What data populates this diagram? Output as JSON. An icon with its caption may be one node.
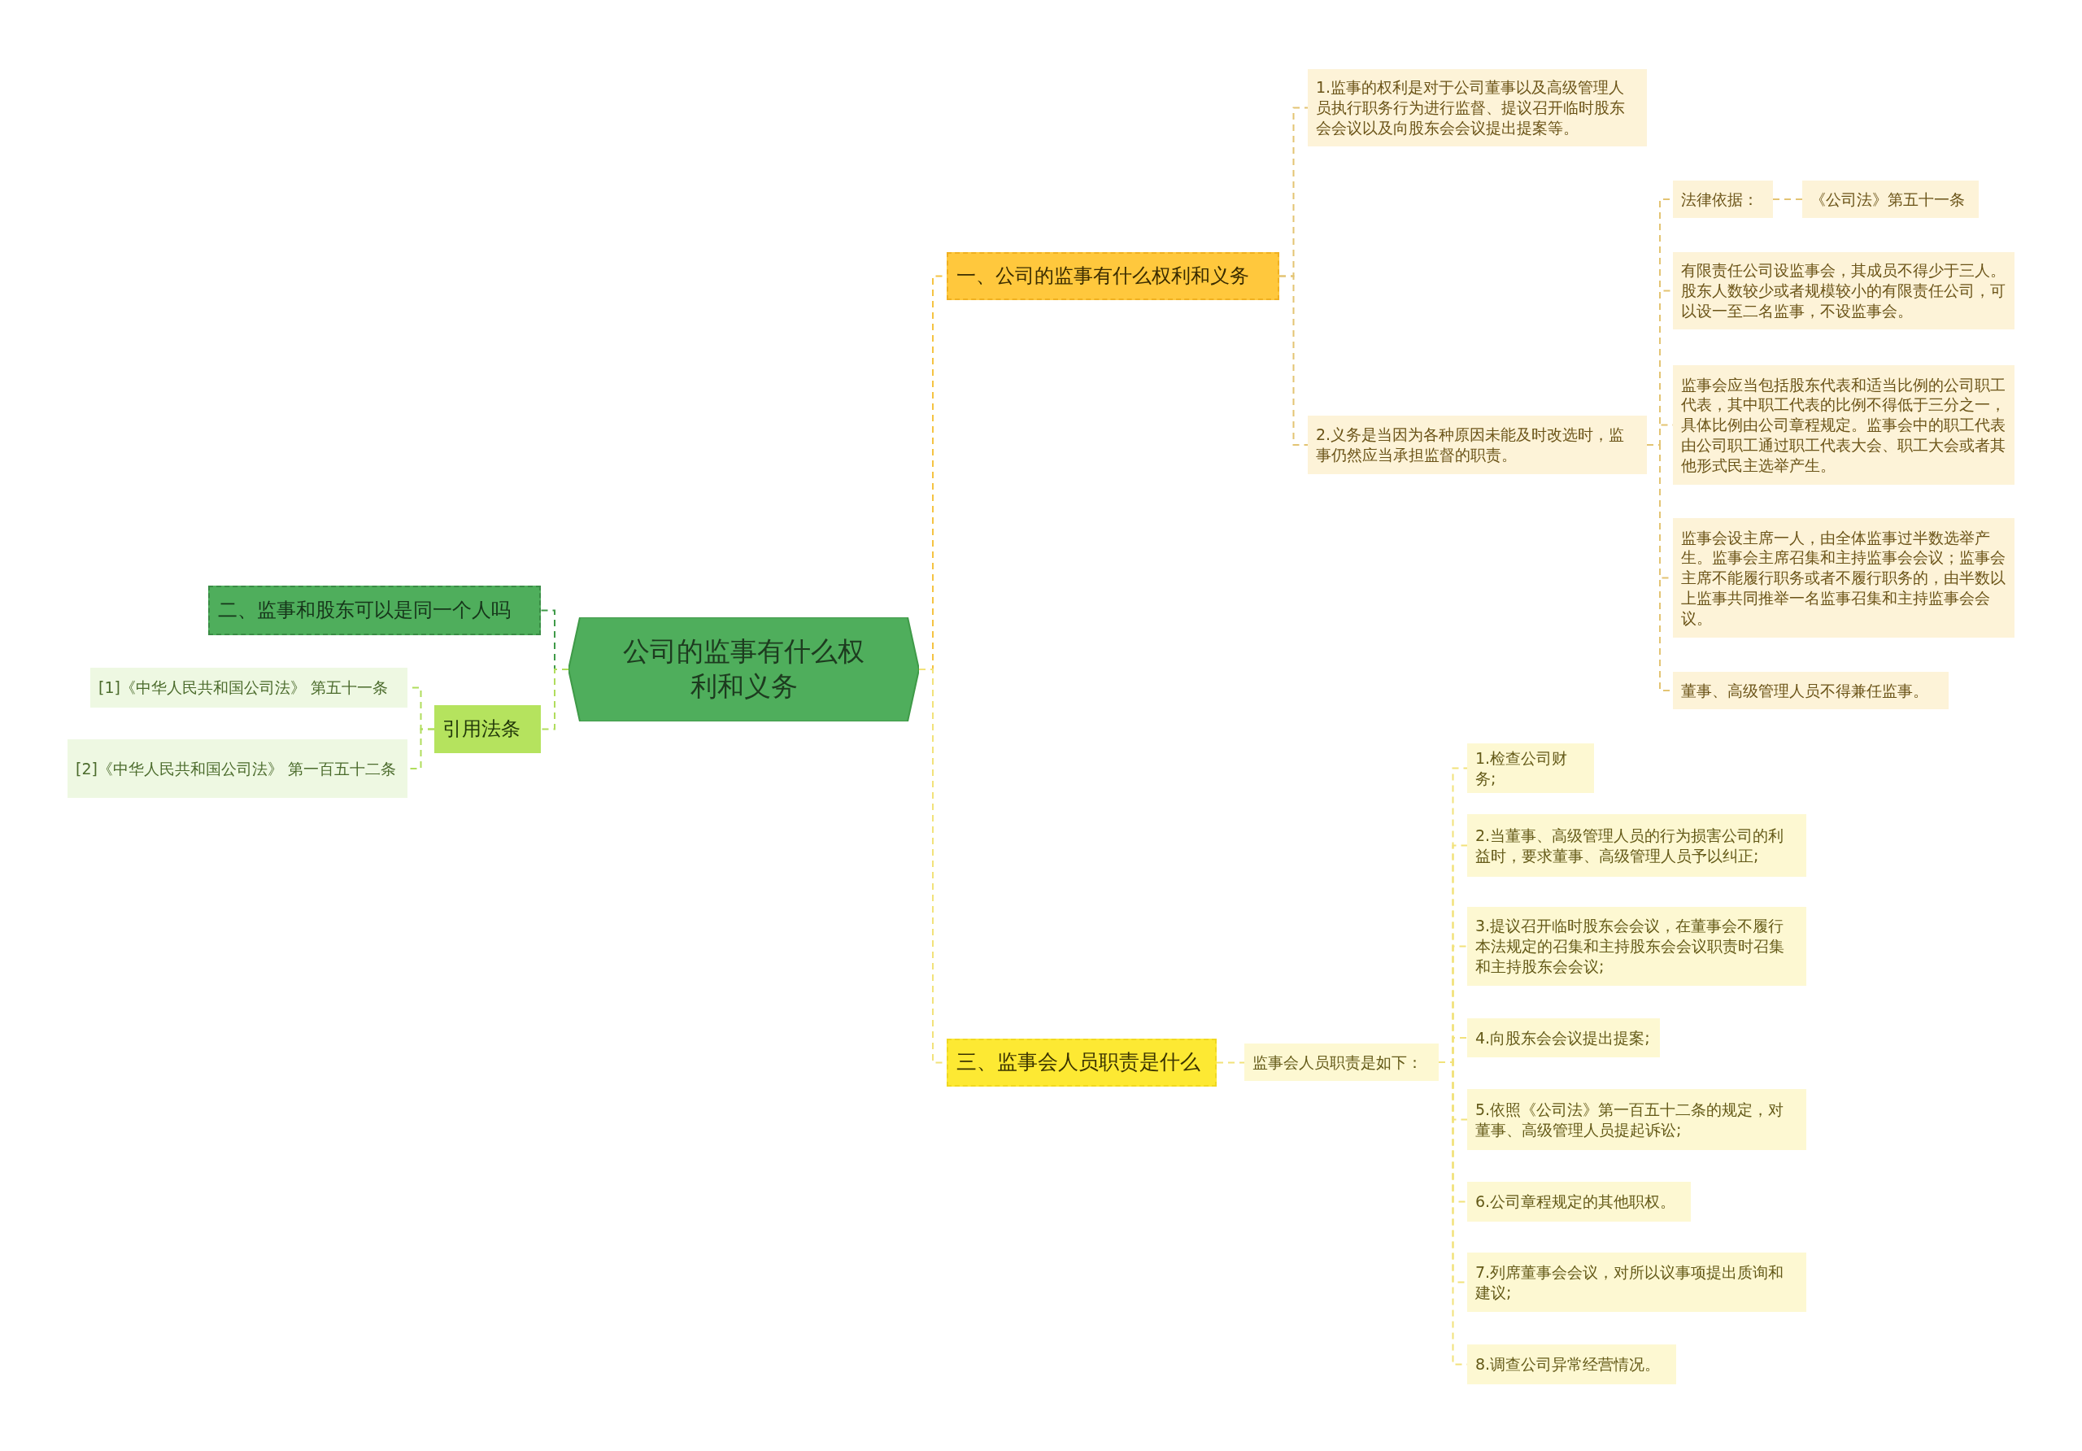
{
  "diagram": {
    "nodes": [
      {
        "text": [
          "公司的监事有什么权利和义务"
        ]
      },
      {
        "text": [
          "一、公司的监事有什么权利和义务"
        ]
      },
      {
        "text": [
          "1.监事的权利是对于公司董事以及高级管理人员执行职务行为进行监督、提议召开临时股东会会议以及向股东会会议提出提案等。"
        ]
      },
      {
        "text": [
          "2.义务是当因为各种原因未能及时改选时，监事仍然应当承担监督的职责。"
        ]
      },
      {
        "text": [
          "法律依据："
        ]
      },
      {
        "text": [
          "《公司法》第五十一条"
        ]
      },
      {
        "text": [
          "有限责任公司设监事会，其成员不得少于三人。股东人数较少或者规模较小的有限责任公司，可以设一至二名监事，不设监事会。"
        ]
      },
      {
        "text": [
          "监事会应当包括股东代表和适当比例的公司职工代表，其中职工代表的比例不得低于三分之一，具体比例由公司章程规定。监事会中的职工代表由公司职工通过职工代表大会、职工大会或者其他形式民主选举产生。"
        ]
      },
      {
        "text": [
          "监事会设主席一人，由全体监事过半数选举产生。监事会主席召集和主持监事会会议；监事会主席不能履行职务或者不履行职务的，由半数以上监事共同推举一名监事召集和主持监事会会议。"
        ]
      },
      {
        "text": [
          "董事、高级管理人员不得兼任监事。"
        ]
      },
      {
        "text": [
          "三、监事会人员职责是什么"
        ]
      },
      {
        "text": [
          "监事会人员职责是如下："
        ]
      },
      {
        "text": [
          "1.检查公司财务;"
        ]
      },
      {
        "text": [
          "2.当董事、高级管理人员的行为损害公司的利益时，要求董事、高级管理人员予以纠正;"
        ]
      },
      {
        "text": [
          "3.提议召开临时股东会会议，在董事会不履行本法规定的召集和主持股东会会议职责时召集和主持股东会会议;"
        ]
      },
      {
        "text": [
          "4.向股东会会议提出提案;"
        ]
      },
      {
        "text": [
          "5.依照《公司法》第一百五十二条的规定，对董事、高级管理人员提起诉讼;"
        ]
      },
      {
        "text": [
          "6.公司章程规定的其他职权。"
        ]
      },
      {
        "text": [
          "7.列席董事会会议，对所以议事项提出质询和建议;"
        ]
      },
      {
        "text": [
          "8.调查公司异常经营情况。"
        ]
      },
      {
        "text": [
          "二、监事和股东可以是同一个人吗"
        ]
      },
      {
        "text": [
          "引用法条"
        ]
      },
      {
        "text": [
          "[1]《中华人民共和国公司法》 第五十一条"
        ]
      },
      {
        "text": [
          "[2]《中华人民共和国公司法》 第一百五十二条"
        ]
      }
    ],
    "edges": [
      {
        "from": 0,
        "to": 1,
        "arrow": "none",
        "color": "#f5c342"
      },
      {
        "from": 1,
        "to": 2,
        "arrow": "none",
        "color": "#e3c473"
      },
      {
        "from": 1,
        "to": 3,
        "arrow": "none",
        "color": "#e3c473"
      },
      {
        "from": 3,
        "to": 4,
        "arrow": "none",
        "color": "#e3c473"
      },
      {
        "from": 4,
        "to": 5,
        "arrow": "none",
        "color": "#e3c473"
      },
      {
        "from": 3,
        "to": 6,
        "arrow": "none",
        "color": "#e3c473"
      },
      {
        "from": 3,
        "to": 7,
        "arrow": "none",
        "color": "#e3c473"
      },
      {
        "from": 3,
        "to": 8,
        "arrow": "none",
        "color": "#e3c473"
      },
      {
        "from": 3,
        "to": 9,
        "arrow": "none",
        "color": "#e3c473"
      },
      {
        "from": 0,
        "to": 10,
        "arrow": "none"
      },
      {
        "from": 10,
        "to": 11,
        "arrow": "none"
      },
      {
        "from": 11,
        "to": 12,
        "arrow": "none"
      },
      {
        "from": 11,
        "to": 13,
        "arrow": "none"
      },
      {
        "from": 11,
        "to": 14,
        "arrow": "none"
      },
      {
        "from": 11,
        "to": 15,
        "arrow": "none"
      },
      {
        "from": 11,
        "to": 16,
        "arrow": "none"
      },
      {
        "from": 11,
        "to": 17,
        "arrow": "none"
      },
      {
        "from": 11,
        "to": 18,
        "arrow": "none"
      },
      {
        "from": 11,
        "to": 19,
        "arrow": "none"
      },
      {
        "from": 0,
        "to": 20,
        "arrow": "none",
        "color": "#3f9a48"
      },
      {
        "from": 0,
        "to": 21,
        "arrow": "none",
        "color": "#b0dd5c"
      },
      {
        "from": 21,
        "to": 22,
        "arrow": "none",
        "color": "#b0dd5c"
      },
      {
        "from": 21,
        "to": 23,
        "arrow": "none",
        "color": "#b0dd5c"
      }
    ]
  }
}
